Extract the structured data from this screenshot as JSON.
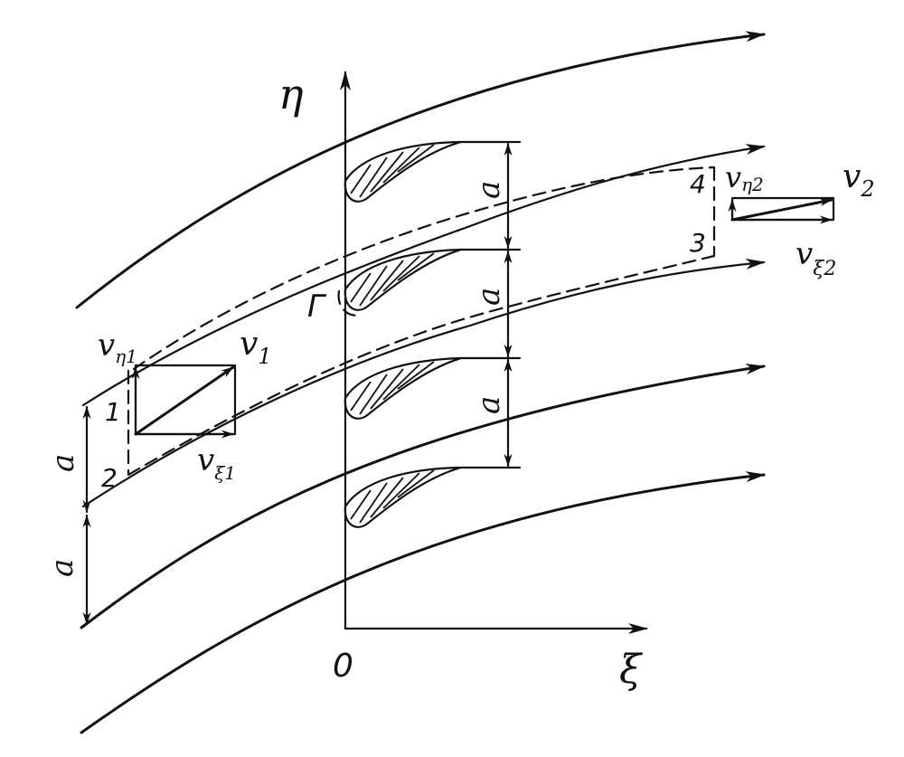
{
  "labels": {
    "eta": "η",
    "xi": "ξ",
    "origin": "0",
    "gamma": "Γ",
    "a": "a",
    "v1": "v",
    "v1_sub": "1",
    "v2": "v",
    "v2_sub": "2",
    "v_eta1": "v",
    "v_eta1_sub": "η1",
    "v_xi1": "v",
    "v_xi1_sub": "ξ1",
    "v_eta2": "v",
    "v_eta2_sub": "η2",
    "v_xi2": "v",
    "v_xi2_sub": "ξ2",
    "n1": "1",
    "n2": "2",
    "n3": "3",
    "n4": "4"
  },
  "colors": {
    "ink": "#111111",
    "background": "#ffffff"
  }
}
